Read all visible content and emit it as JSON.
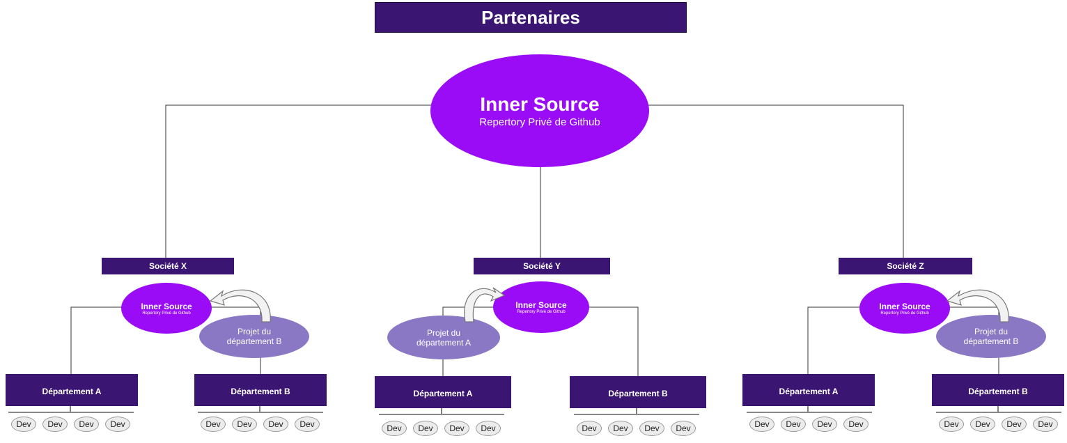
{
  "title": "Partenaires",
  "main_node": {
    "title": "Inner Source",
    "subtitle": "Repertory Privé de Github"
  },
  "companies": [
    {
      "name": "Société X",
      "inner": {
        "title": "Inner Source",
        "subtitle": "Repertory Privé de Github"
      },
      "project": "Projet du département B",
      "departments": [
        "Département A",
        "Département B"
      ],
      "dev_label": "Dev"
    },
    {
      "name": "Société Y",
      "inner": {
        "title": "Inner Source",
        "subtitle": "Repertory Privé de Github"
      },
      "project": "Projet du département A",
      "departments": [
        "Département A",
        "Département B"
      ],
      "dev_label": "Dev"
    },
    {
      "name": "Société Z",
      "inner": {
        "title": "Inner Source",
        "subtitle": "Repertory Privé de Github"
      },
      "project": "Projet du département B",
      "departments": [
        "Département A",
        "Département B"
      ],
      "dev_label": "Dev"
    }
  ],
  "colors": {
    "dark": "#3a1572",
    "purple": "#9a0cf5",
    "lavender": "#8a78c4",
    "dev_fill": "#ececec"
  }
}
